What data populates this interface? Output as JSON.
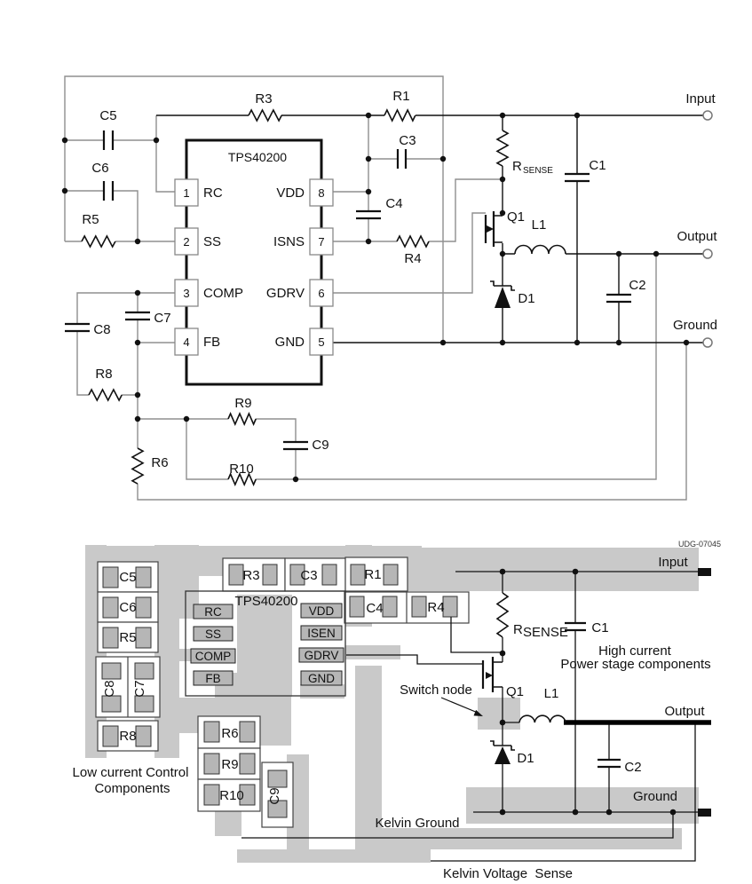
{
  "colors": {
    "trace_gray": "#c9c9c9",
    "pad_gray": "#b6b6b6",
    "wire_gray": "#8f8f8f",
    "ink": "#111111"
  },
  "schematic": {
    "ic": {
      "title": "TPS40200",
      "left_pins": [
        {
          "num": "1",
          "name": "RC"
        },
        {
          "num": "2",
          "name": "SS"
        },
        {
          "num": "3",
          "name": "COMP"
        },
        {
          "num": "4",
          "name": "FB"
        }
      ],
      "right_pins": [
        {
          "num": "8",
          "name": "VDD"
        },
        {
          "num": "7",
          "name": "ISNS"
        },
        {
          "num": "6",
          "name": "GDRV"
        },
        {
          "num": "5",
          "name": "GND"
        }
      ]
    },
    "components": {
      "c5": "C5",
      "c6": "C6",
      "r5": "R5",
      "r3": "R3",
      "r1": "R1",
      "c3": "C3",
      "c4": "C4",
      "r4": "R4",
      "rsense_main": "R",
      "rsense_sub": "SENSE",
      "c1": "C1",
      "q1": "Q1",
      "l1": "L1",
      "d1": "D1",
      "c2": "C2",
      "c7": "C7",
      "c8": "C8",
      "r8": "R8",
      "r9": "R9",
      "r10": "R10",
      "c9": "C9",
      "r6": "R6"
    },
    "terminals": {
      "input": "Input",
      "output": "Output",
      "ground": "Ground"
    }
  },
  "layout": {
    "code": "UDG-07045",
    "ic_title": "TPS40200",
    "pin_pads": {
      "rc": "RC",
      "ss": "SS",
      "comp": "COMP",
      "fb": "FB",
      "vdd": "VDD",
      "isen": "ISEN",
      "gdrv": "GDRV",
      "gnd": "GND"
    },
    "components": {
      "c5": "C5",
      "c6": "C6",
      "r5": "R5",
      "c8": "C8",
      "c7": "C7",
      "r8": "R8",
      "r3": "R3",
      "c3": "C3",
      "r1": "R1",
      "c4": "C4",
      "r4": "R4",
      "rsense_main": "R",
      "rsense_sub": "SENSE",
      "c1": "C1",
      "q1": "Q1",
      "l1": "L1",
      "d1": "D1",
      "c2": "C2",
      "r6": "R6",
      "r9": "R9",
      "r10": "R10",
      "c9": "C9"
    },
    "terminals": {
      "input": "Input",
      "output": "Output",
      "ground": "Ground"
    },
    "annotations": {
      "switch_node": "Switch node",
      "high_current_line1": "High current",
      "high_current_line2": "Power stage components",
      "low_current_line1": "Low current Control",
      "low_current_line2": "Components",
      "kelvin_ground": "Kelvin Ground",
      "kelvin_voltage_sense": "Kelvin Voltage  Sense"
    }
  }
}
